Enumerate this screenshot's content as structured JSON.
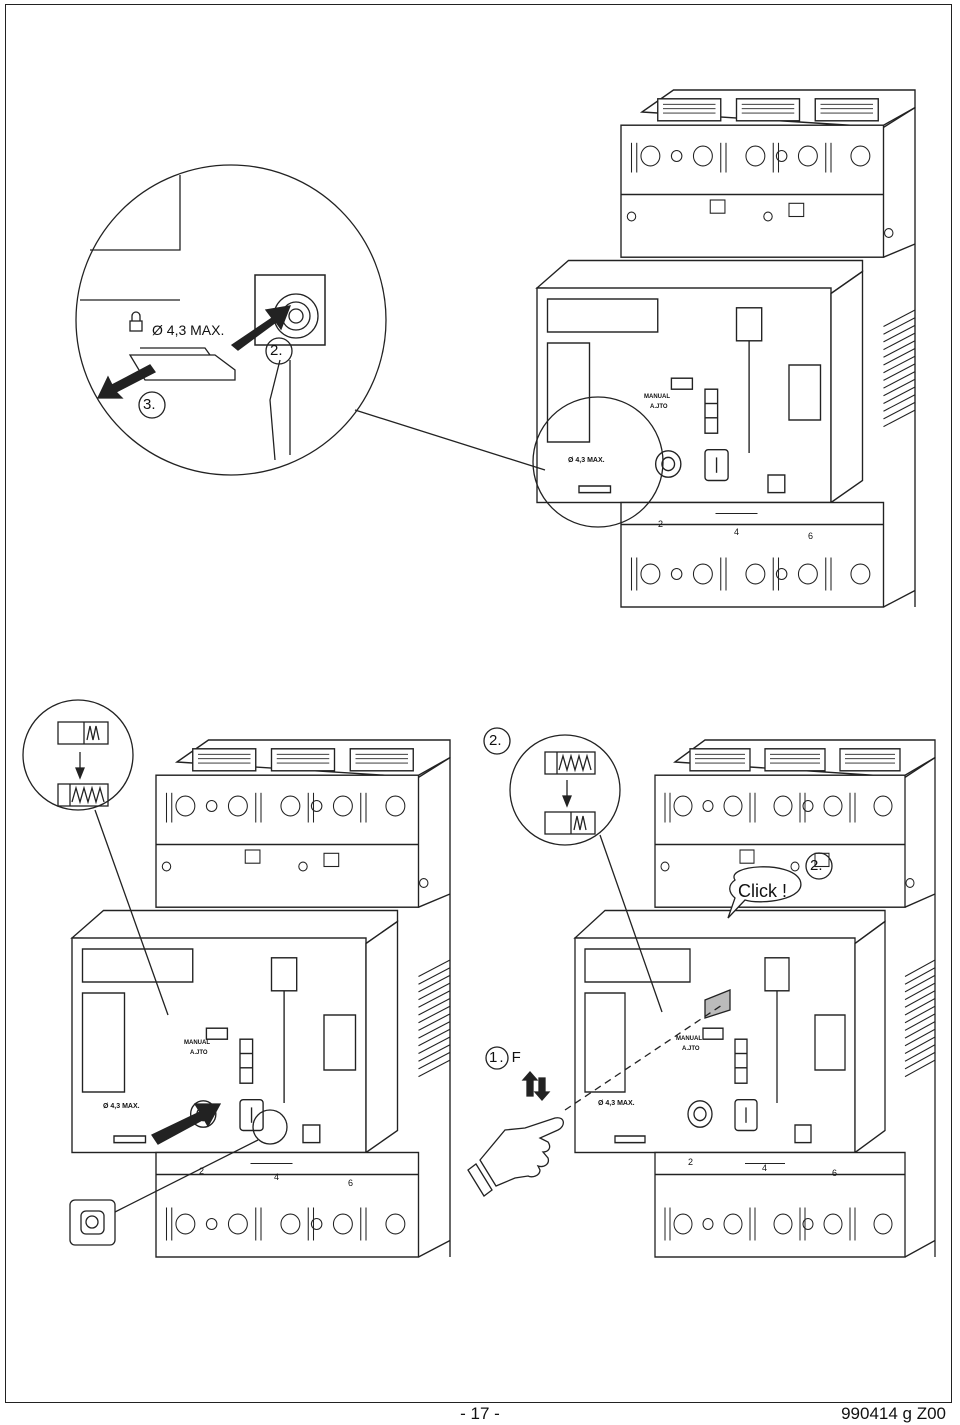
{
  "labels": {
    "lock_text": "Ø 4,3 MAX.",
    "step_two": "2.",
    "step_three": "3.",
    "step_one_f": "1. F",
    "click": "Click !",
    "manual": "MANUAL",
    "auto": "A.JTO",
    "terminal_2": "2",
    "terminal_4": "4",
    "terminal_6": "6"
  },
  "footer": {
    "page_number": "- 17 -",
    "reference": "990414 g Z00"
  },
  "colors": {
    "line": "#222222",
    "fill": "#ffffff",
    "shade": "#9a9a9a"
  },
  "icons": [
    "padlock-icon",
    "push-arrow-icon",
    "pull-arrow-icon",
    "hand-pointer-icon",
    "spring-charged-icon",
    "spring-discharged-icon",
    "reset-button-icon",
    "terminal-screw-icon"
  ]
}
